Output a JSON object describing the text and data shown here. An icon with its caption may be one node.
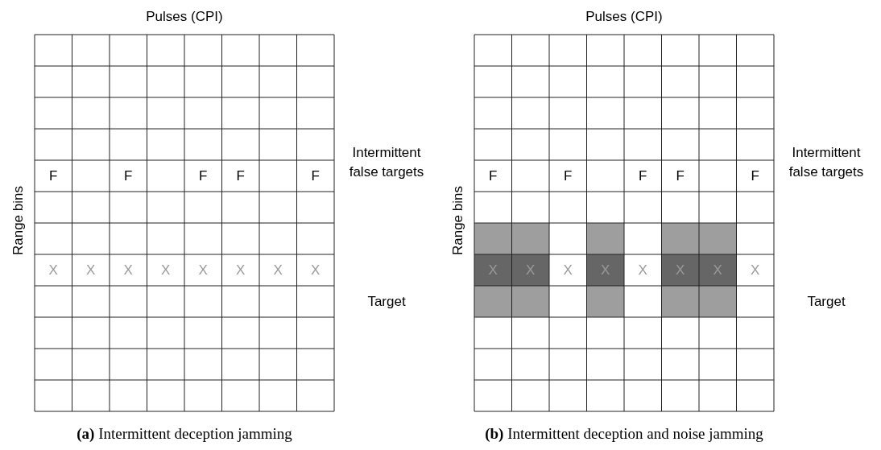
{
  "diagram": {
    "labels": [
      "Pulses (CPI)",
      "Range bins",
      "F",
      "F",
      "F",
      "F",
      "F",
      "X",
      "X",
      "X",
      "X",
      "X",
      "X",
      "X",
      "X",
      "Intermittent false targets",
      "Target",
      "**(a)** Intermittent deception jamming",
      "Pulses (CPI)",
      "Range bins",
      "F",
      "F",
      "F",
      "F",
      "F",
      "X",
      "X",
      "X",
      "X",
      "X",
      "X",
      "X",
      "X",
      "Intermittent false targets",
      "Target",
      "**(b)** Intermittent deception and noise jamming"
    ]
  }
}
